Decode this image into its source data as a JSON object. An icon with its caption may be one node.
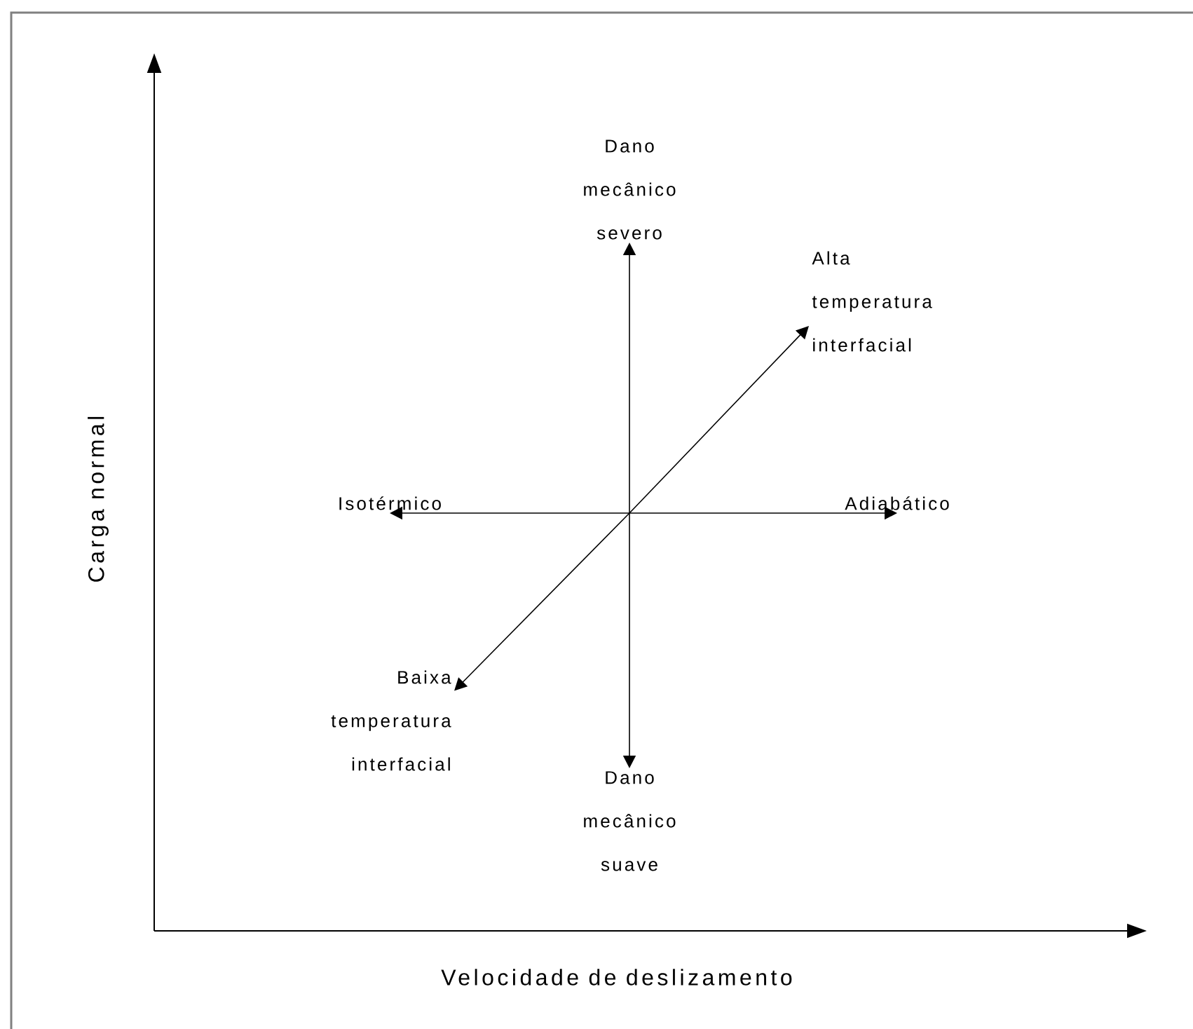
{
  "diagram": {
    "nodes": [
      {
        "text": [
          "Dano mecânico severo"
        ]
      },
      {
        "text": [
          "Alta temperatura interfacial"
        ]
      },
      {
        "text": [
          "Isotérmico"
        ]
      },
      {
        "text": [
          "Adiabático"
        ]
      },
      {
        "text": [
          "Baixa temperatura interfacial"
        ]
      },
      {
        "text": [
          "Dano mecânico suave"
        ]
      }
    ],
    "edges": [
      {
        "from": null,
        "to": 0,
        "arrow": "to"
      },
      {
        "from": null,
        "to": 1,
        "arrow": "to"
      },
      {
        "from": null,
        "to": 2,
        "arrow": "to"
      },
      {
        "from": null,
        "to": 3,
        "arrow": "to"
      },
      {
        "from": null,
        "to": 4,
        "arrow": "to"
      },
      {
        "from": null,
        "to": 5,
        "arrow": "to"
      }
    ],
    "labels": [
      "Carga normal",
      "Velocidade de deslizamento"
    ]
  }
}
